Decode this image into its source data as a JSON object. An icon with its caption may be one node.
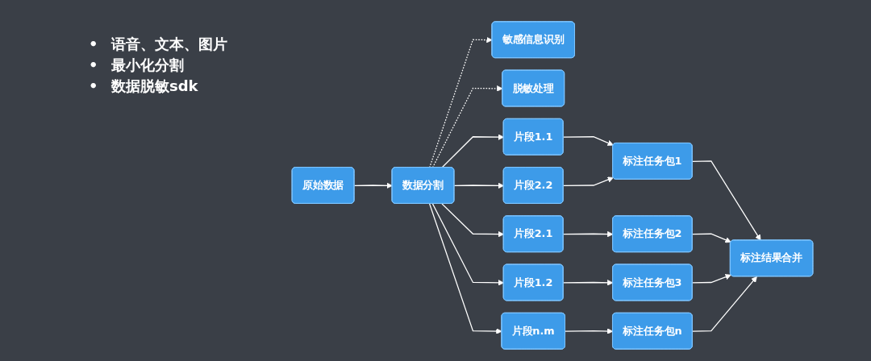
{
  "diagram": {
    "nodes": [
      {
        "text": [
          "原始数据"
        ]
      },
      {
        "text": [
          "数据分割"
        ]
      },
      {
        "text": [
          "敏感信息识别"
        ]
      },
      {
        "text": [
          "脱敏处理"
        ]
      },
      {
        "text": [
          "片段1.1"
        ]
      },
      {
        "text": [
          "片段1.2"
        ]
      },
      {
        "text": [
          "片段2.1"
        ]
      },
      {
        "text": [
          "片段2.2"
        ]
      },
      {
        "text": [
          "片段n.m"
        ]
      },
      {
        "text": [
          "标注任务包1"
        ]
      },
      {
        "text": [
          "标注任务包2"
        ]
      },
      {
        "text": [
          "标注任务包3"
        ]
      },
      {
        "text": [
          "标注任务包n"
        ]
      },
      {
        "text": [
          "标注结果合并"
        ]
      }
    ],
    "edges": [
      {
        "from": 0,
        "to": 1,
        "arrow": "to"
      },
      {
        "from": 1,
        "to": 2,
        "arrow": "to",
        "style": "dashed"
      },
      {
        "from": 1,
        "to": 3,
        "arrow": "to",
        "style": "dashed"
      },
      {
        "from": 1,
        "to": 4,
        "arrow": "to"
      },
      {
        "from": 1,
        "to": 5,
        "arrow": "to"
      },
      {
        "from": 1,
        "to": 6,
        "arrow": "to"
      },
      {
        "from": 1,
        "to": 7,
        "arrow": "to"
      },
      {
        "from": 1,
        "to": 8,
        "arrow": "to"
      },
      {
        "from": 4,
        "to": 9,
        "arrow": "to"
      },
      {
        "from": 5,
        "to": 11,
        "arrow": "to"
      },
      {
        "from": 6,
        "to": 10,
        "arrow": "to"
      },
      {
        "from": 7,
        "to": 9,
        "arrow": "to"
      },
      {
        "from": 8,
        "to": 12,
        "arrow": "to"
      },
      {
        "from": 9,
        "to": 13,
        "arrow": "to"
      },
      {
        "from": 10,
        "to": 13,
        "arrow": "to"
      },
      {
        "from": 11,
        "to": 13,
        "arrow": "to"
      },
      {
        "from": 12,
        "to": 13,
        "arrow": "to"
      }
    ],
    "labels": [
      "•",
      "语音、文本、图片",
      "•",
      "最小化分割",
      "•",
      "数据脱敏sdk"
    ]
  }
}
